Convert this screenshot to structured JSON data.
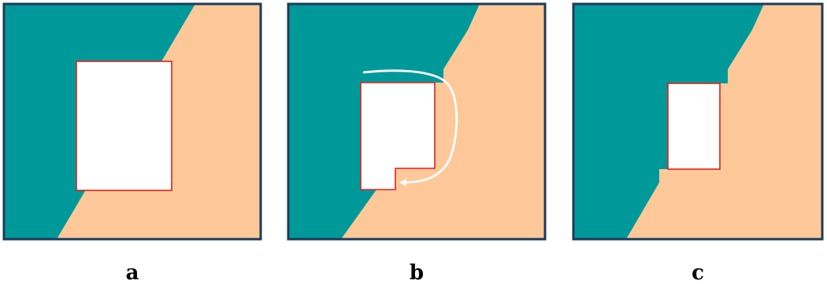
{
  "colors": {
    "teal": "#00999a",
    "peach": "#fec898",
    "frame": "#1d3a5a",
    "hole_outline": "#e0201c",
    "arrow": "#ffffff",
    "label": "#000000"
  },
  "panels": [
    {
      "id": "a",
      "label": "a"
    },
    {
      "id": "b",
      "label": "b"
    },
    {
      "id": "c",
      "label": "c"
    }
  ]
}
